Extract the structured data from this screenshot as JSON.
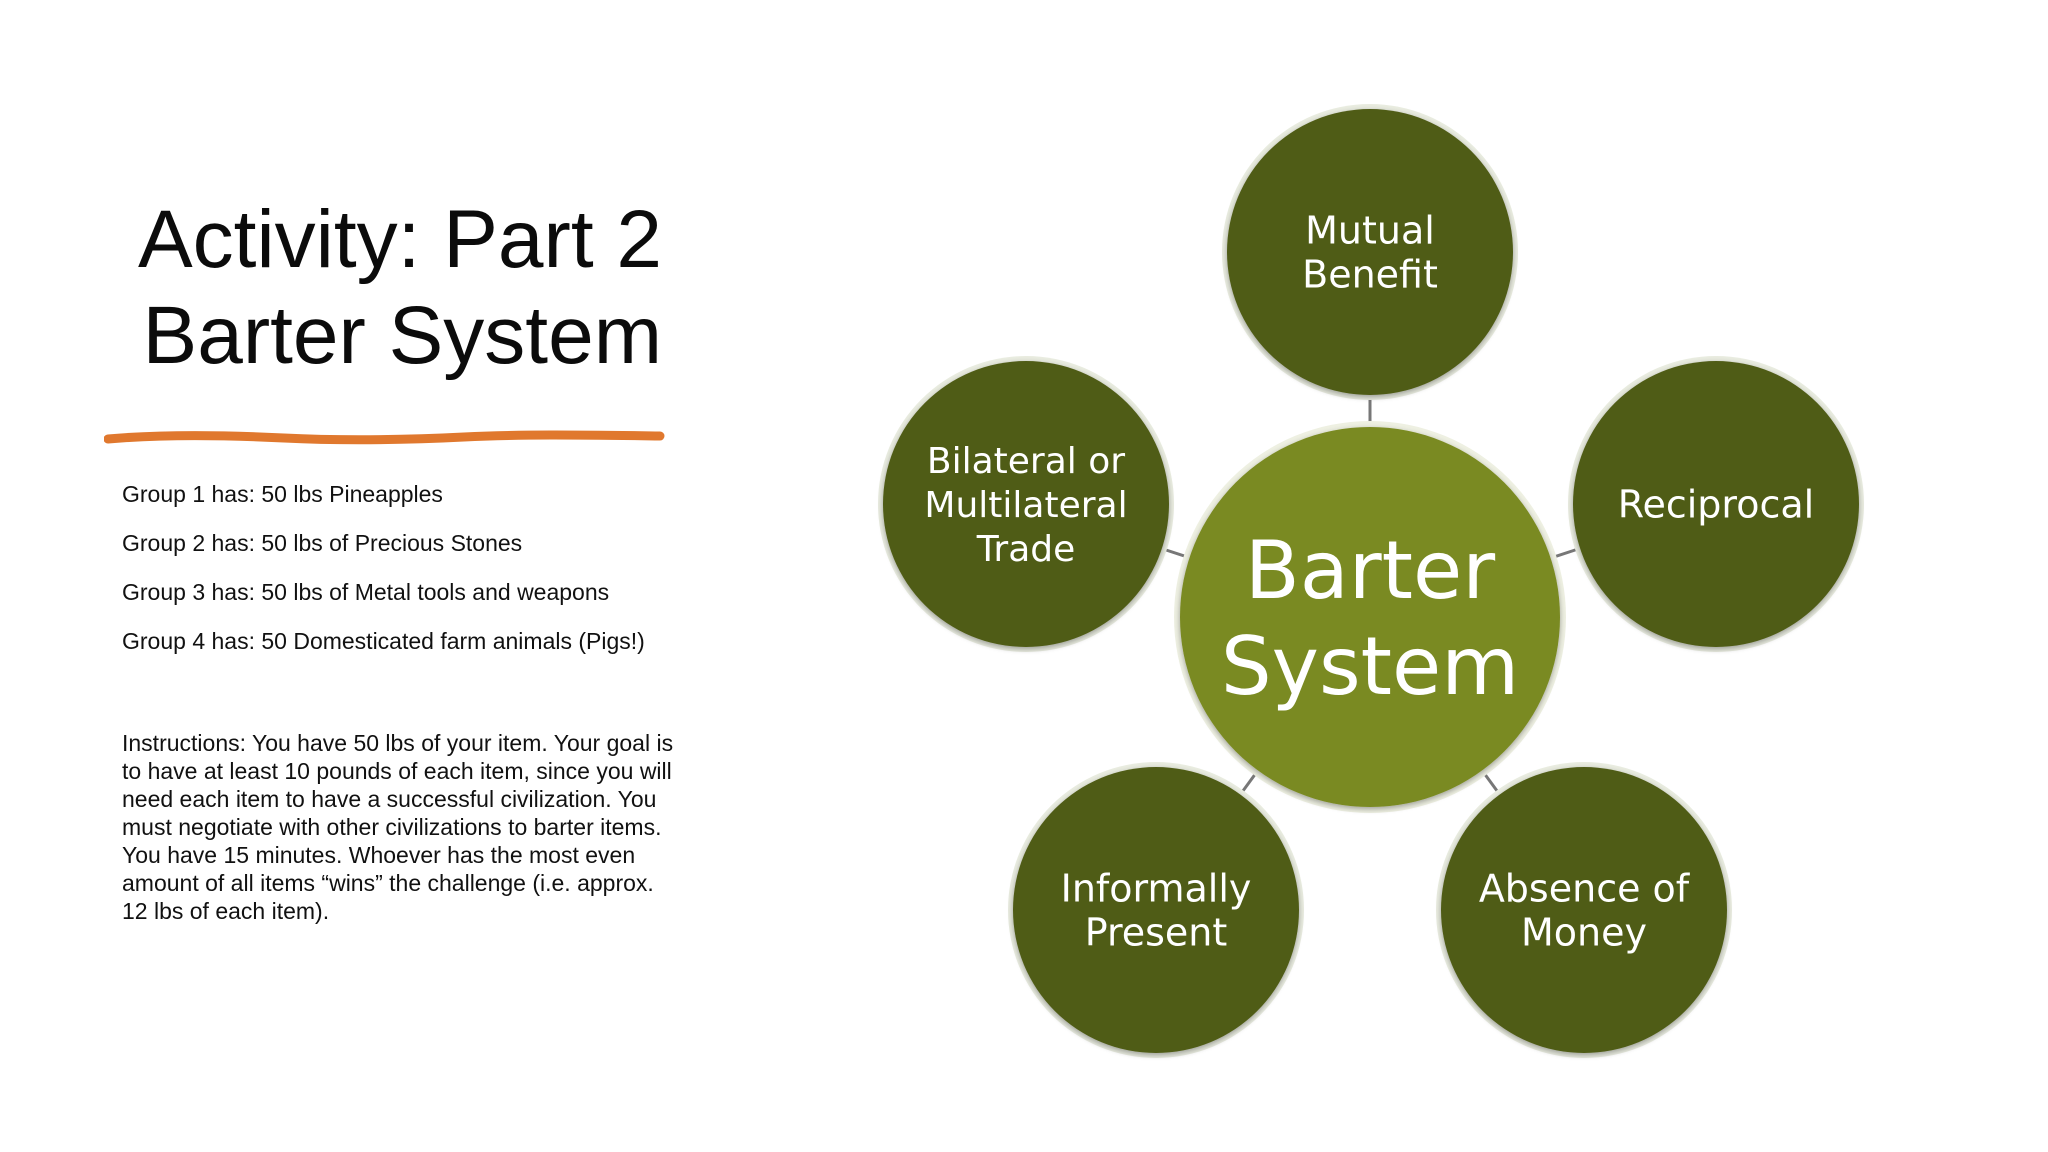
{
  "slide": {
    "title_line1": "Activity: Part 2",
    "title_line2": "Barter System",
    "groups": [
      "Group 1 has: 50 lbs Pineapples",
      "Group 2 has: 50 lbs of Precious Stones",
      "Group 3 has: 50 lbs of Metal tools and weapons",
      "Group 4 has: 50 Domesticated farm animals (Pigs!)"
    ],
    "instructions": "Instructions: You have 50 lbs of your item. Your goal is to have at least 10 pounds of each item, since you will need each item to have a successful civilization. You must negotiate with other civilizations to barter items. You have 15 minutes. Whoever has the most even amount of all items “wins” the challenge (i.e. approx. 12 lbs of each item).",
    "accent_color": "#E0782E"
  },
  "diagram": {
    "center": {
      "lines": [
        "Barter",
        "System"
      ],
      "color": "#7A8A22"
    },
    "node_color": "#4F5B18",
    "connector_color": "#777777",
    "nodes": [
      {
        "id": "mutual-benefit",
        "lines": [
          "Mutual",
          "Benefit"
        ]
      },
      {
        "id": "reciprocal",
        "lines": [
          "Reciprocal"
        ]
      },
      {
        "id": "absence-of-money",
        "lines": [
          "Absence of",
          "Money"
        ]
      },
      {
        "id": "informally-present",
        "lines": [
          "Informally",
          "Present"
        ]
      },
      {
        "id": "bilateral-trade",
        "lines": [
          "Bilateral or",
          "Multilateral",
          "Trade"
        ]
      }
    ]
  }
}
